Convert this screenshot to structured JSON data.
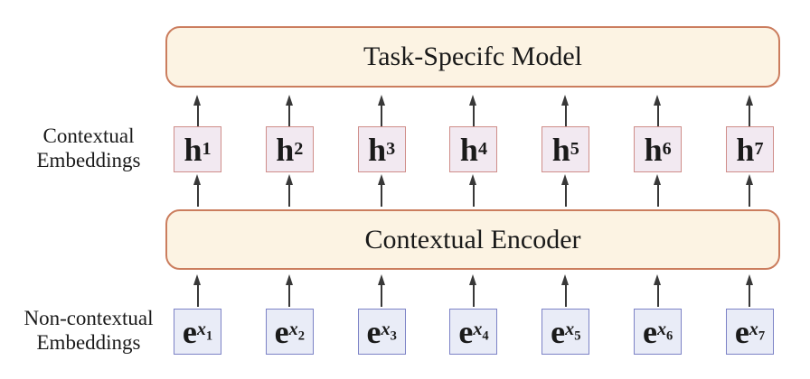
{
  "diagram": {
    "title_box": {
      "label": "Task-Specifc Model"
    },
    "encoder_box": {
      "label": "Contextual Encoder"
    },
    "left_labels": {
      "contextual": {
        "line1": "Contextual",
        "line2": "Embeddings"
      },
      "non_contextual": {
        "line1": "Non-contextual",
        "line2": "Embeddings"
      }
    },
    "contextual_embeddings": [
      {
        "base": "h",
        "sub": "1"
      },
      {
        "base": "h",
        "sub": "2"
      },
      {
        "base": "h",
        "sub": "3"
      },
      {
        "base": "h",
        "sub": "4"
      },
      {
        "base": "h",
        "sub": "5"
      },
      {
        "base": "h",
        "sub": "6"
      },
      {
        "base": "h",
        "sub": "7"
      }
    ],
    "non_contextual_embeddings": [
      {
        "base": "e",
        "sub": "x",
        "subsub": "1"
      },
      {
        "base": "e",
        "sub": "x",
        "subsub": "2"
      },
      {
        "base": "e",
        "sub": "x",
        "subsub": "3"
      },
      {
        "base": "e",
        "sub": "x",
        "subsub": "4"
      },
      {
        "base": "e",
        "sub": "x",
        "subsub": "5"
      },
      {
        "base": "e",
        "sub": "x",
        "subsub": "6"
      },
      {
        "base": "e",
        "sub": "x",
        "subsub": "7"
      }
    ],
    "colors": {
      "panel_fill": "#fcf3e3",
      "panel_border": "#cb7d5e",
      "h_fill": "#f2e9f1",
      "h_border": "#cf8d89",
      "e_fill": "#e9ecf7",
      "e_border": "#7c82c6",
      "arrow": "#383838",
      "ink": "#1a1a1a"
    }
  }
}
